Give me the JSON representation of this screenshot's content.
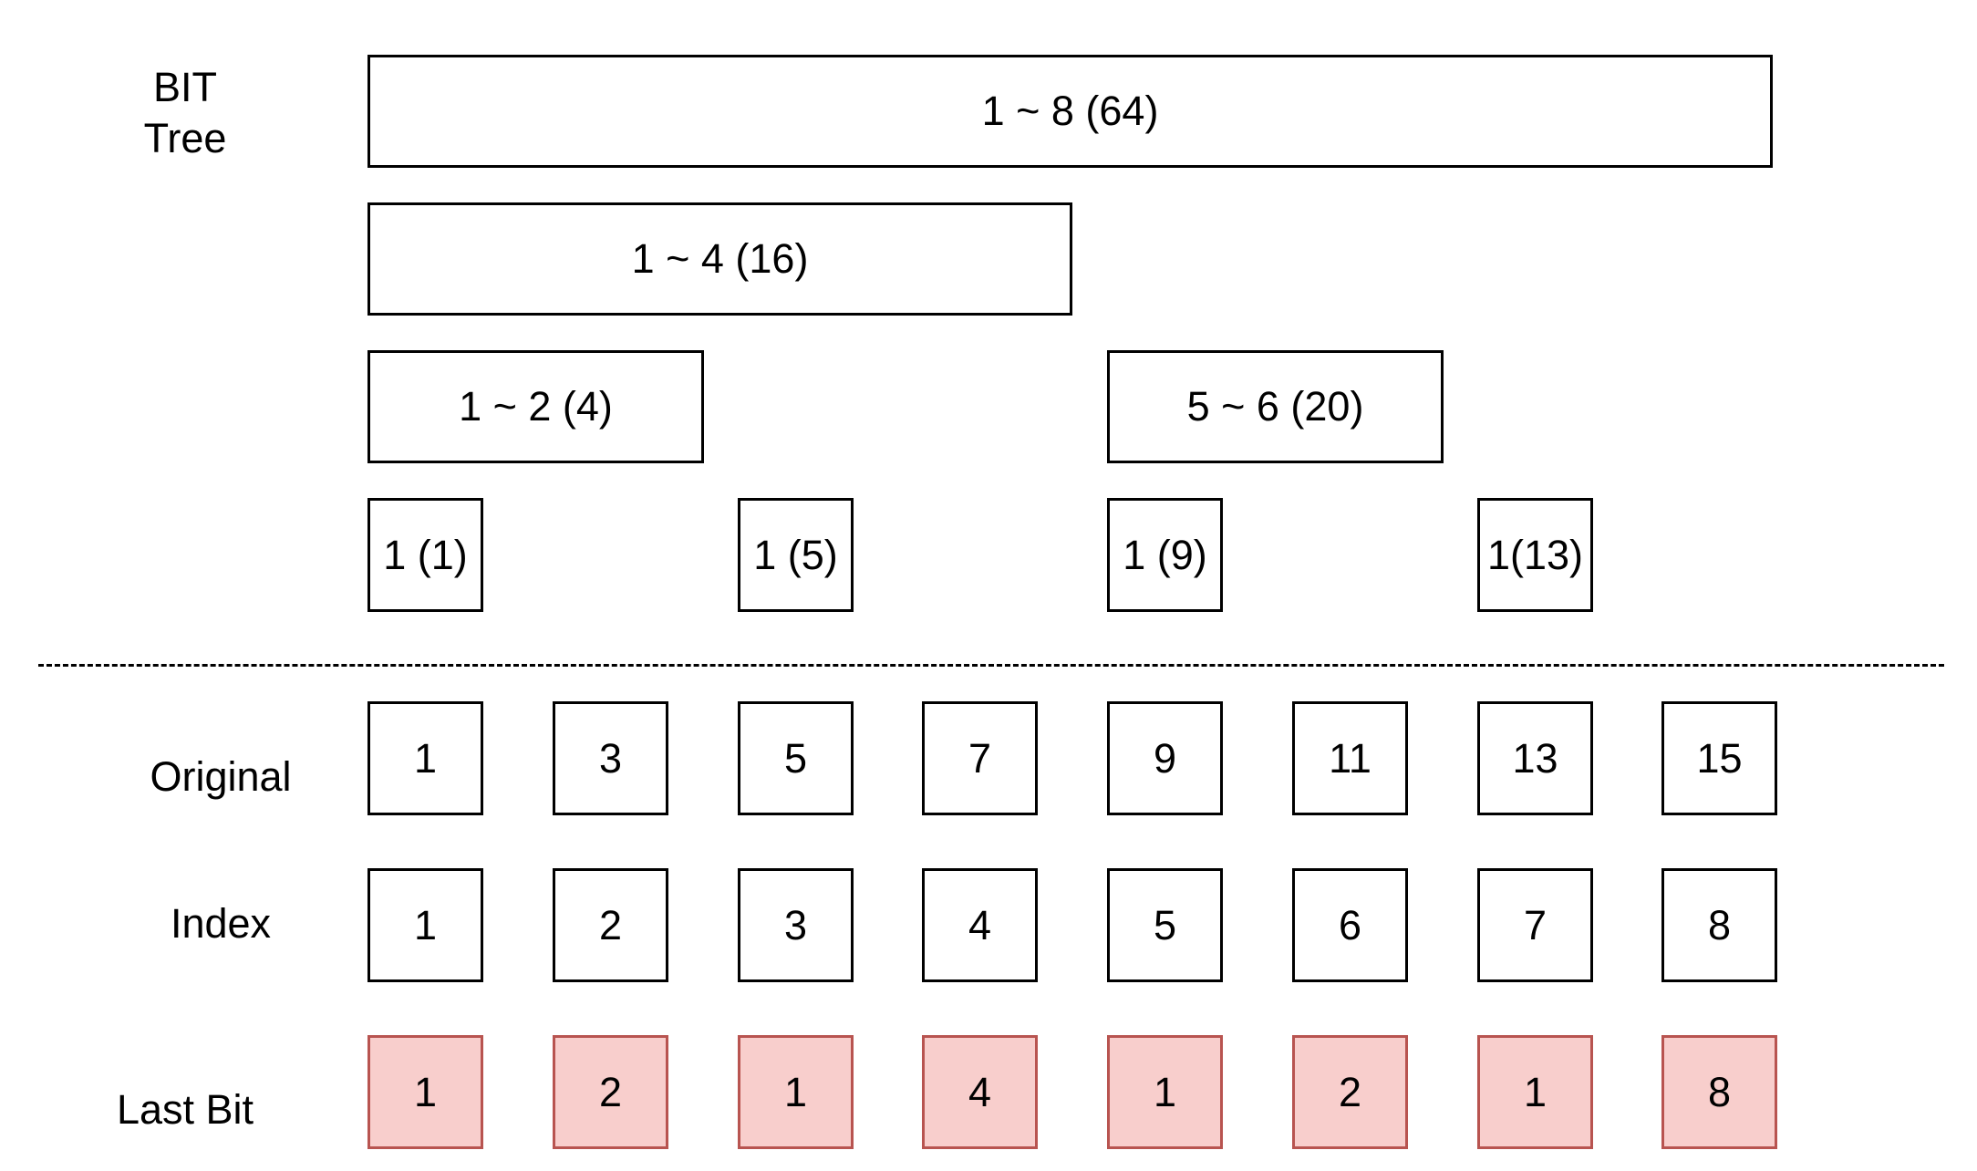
{
  "labels": {
    "bit_tree_line1": "BIT",
    "bit_tree_line2": "Tree",
    "original": "Original",
    "index": "Index",
    "last_bit": "Last Bit"
  },
  "bit_tree": {
    "level_8": "1 ~ 8 (64)",
    "level_4": "1 ~ 4 (16)",
    "level_2": [
      "1 ~ 2 (4)",
      "5 ~ 6 (20)"
    ],
    "level_1": [
      "1 (1)",
      "1 (5)",
      "1 (9)",
      "1(13)"
    ]
  },
  "original": [
    "1",
    "3",
    "5",
    "7",
    "9",
    "11",
    "13",
    "15"
  ],
  "index": [
    "1",
    "2",
    "3",
    "4",
    "5",
    "6",
    "7",
    "8"
  ],
  "last_bit": [
    "1",
    "2",
    "1",
    "4",
    "1",
    "2",
    "1",
    "8"
  ],
  "colors": {
    "last_bit_fill": "#f8cecc",
    "last_bit_stroke": "#b85450"
  }
}
